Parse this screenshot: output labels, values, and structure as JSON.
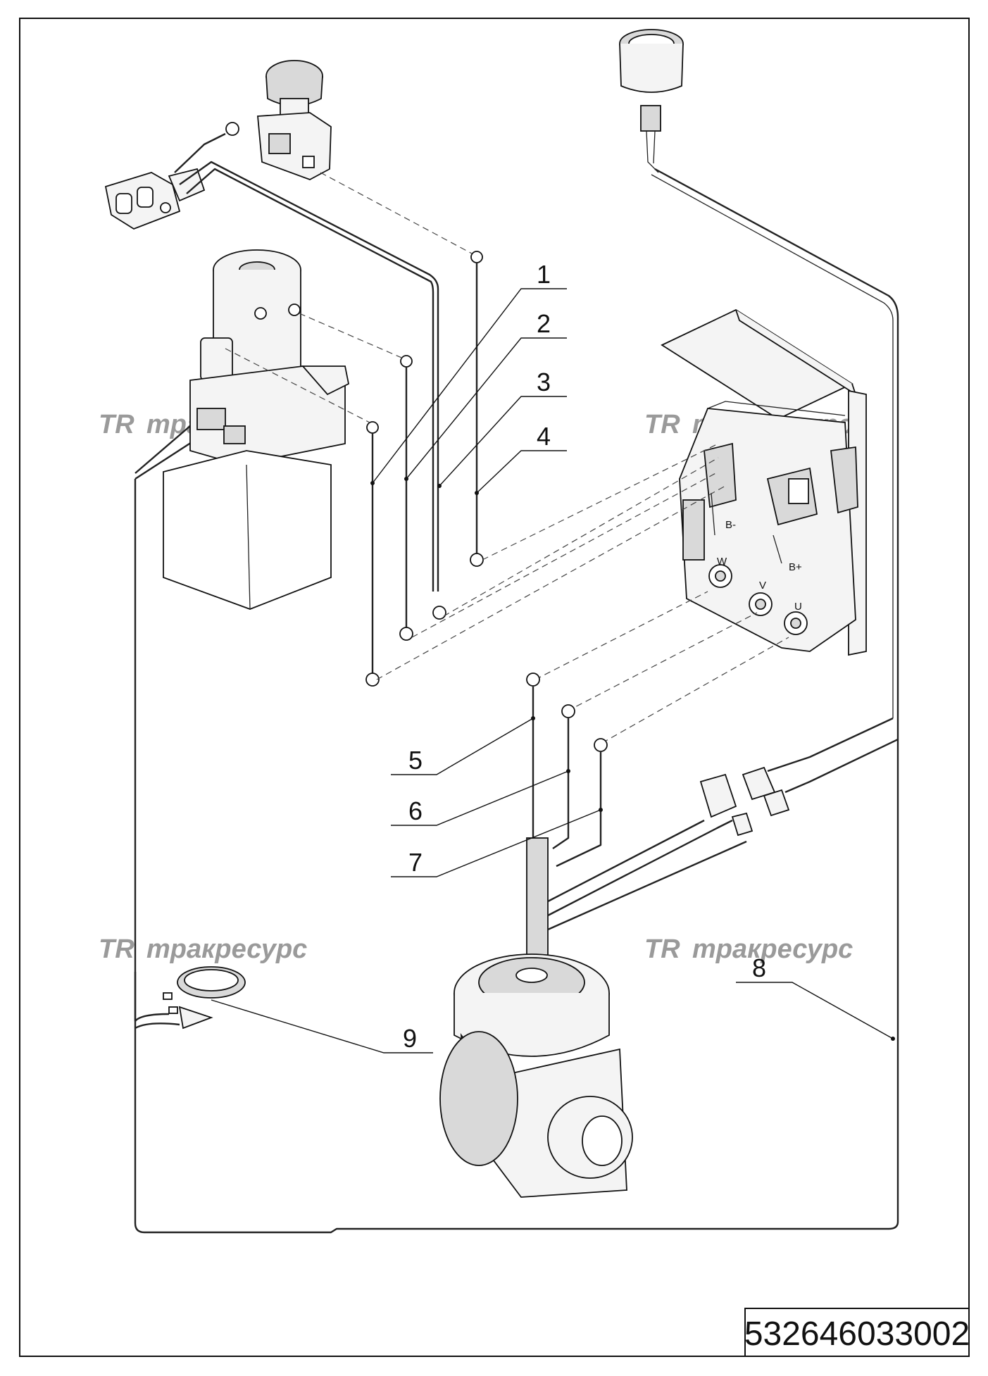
{
  "drawing_number": "532646033002",
  "callouts": [
    "1",
    "2",
    "3",
    "4",
    "5",
    "6",
    "7",
    "8",
    "9"
  ],
  "terminals": {
    "b_minus": "B-",
    "b_plus": "B+",
    "w": "W",
    "v": "V",
    "u": "U"
  },
  "watermark": {
    "logo": "TR",
    "text": "тракресурс"
  },
  "colors": {
    "line": "#111111",
    "watermark": "#9a9a9a",
    "background": "#ffffff"
  }
}
